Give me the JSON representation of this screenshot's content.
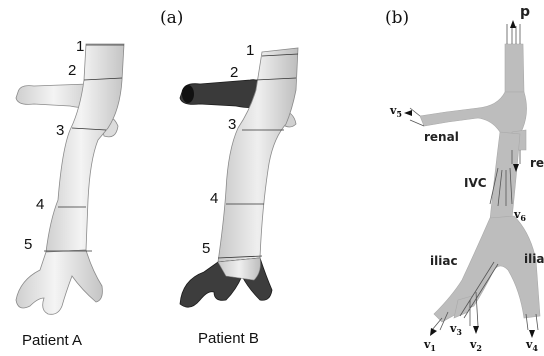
{
  "panels": {
    "a": "(a)",
    "b": "(b)"
  },
  "patient_a": {
    "caption": "Patient A",
    "sections": [
      "1",
      "2",
      "3",
      "4",
      "5"
    ]
  },
  "patient_b": {
    "caption": "Patient B",
    "sections": [
      "1",
      "2",
      "3",
      "4",
      "5"
    ]
  },
  "schematic": {
    "pressure": "p",
    "labels": {
      "renal_left": "renal",
      "renal_right": "renal",
      "ivc": "IVC",
      "iliac_left": "iliac",
      "iliac_right": "iliac"
    },
    "velocities": {
      "v1": {
        "base": "v",
        "sub": "1"
      },
      "v2": {
        "base": "v",
        "sub": "2"
      },
      "v3": {
        "base": "v",
        "sub": "3"
      },
      "v4": {
        "base": "v",
        "sub": "4"
      },
      "v5": {
        "base": "v",
        "sub": "5"
      },
      "v6": {
        "base": "v",
        "sub": "6"
      }
    }
  },
  "colors": {
    "vessel_light": "#e6e6e6",
    "vessel_dark": "#2a2a2a",
    "schematic_fill": "#bdbdbd"
  }
}
